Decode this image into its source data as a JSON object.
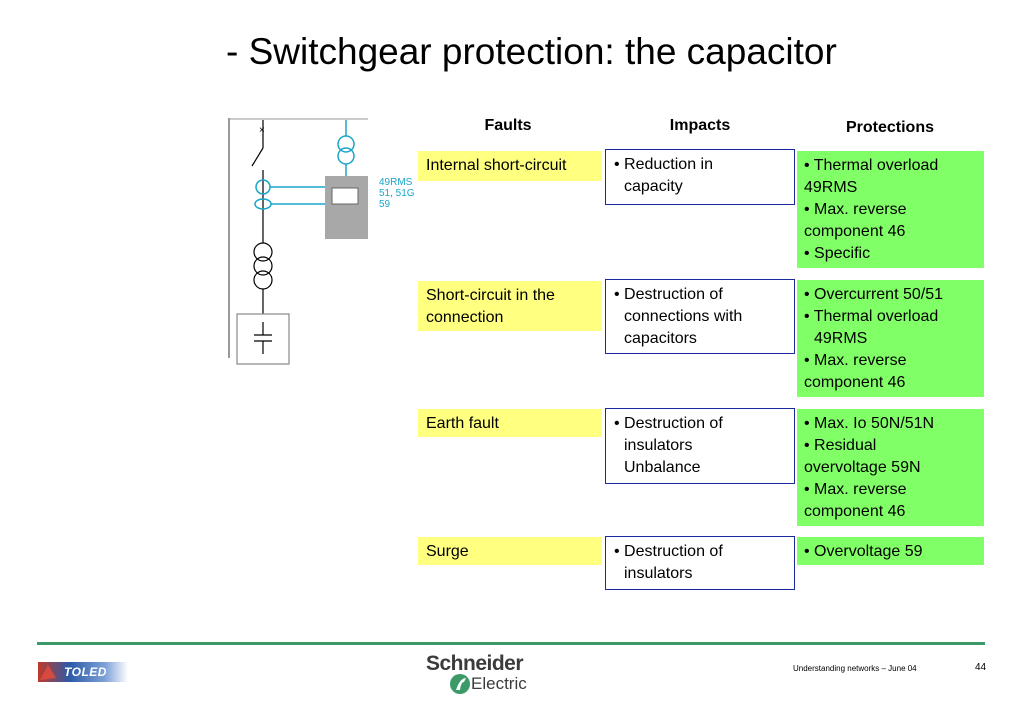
{
  "title": "- Switchgear protection: the capacitor",
  "diagram": {
    "labels": [
      "49RMS",
      "51, 51G",
      "59"
    ]
  },
  "table": {
    "headers": [
      "Faults",
      "Impacts",
      "Protections"
    ],
    "rows": [
      {
        "fault": "Internal short-circuit",
        "impact": [
          "• Reduction in",
          "capacity"
        ],
        "protections": [
          "• Thermal overload",
          "49RMS",
          "• Max. reverse",
          "component 46",
          "• Specific"
        ]
      },
      {
        "fault": "Short-circuit in the connection",
        "impact": [
          "• Destruction of",
          "connections with",
          "capacitors"
        ],
        "protections": [
          "• Overcurrent  50/51",
          "• Thermal overload",
          "49RMS",
          "• Max. reverse",
          "component 46"
        ]
      },
      {
        "fault": "Earth fault",
        "impact": [
          "• Destruction of",
          "insulators",
          "Unbalance"
        ],
        "protections": [
          "• Max. Io 50N/51N",
          "• Residual",
          "overvoltage 59N",
          "• Max. reverse",
          "component 46"
        ]
      },
      {
        "fault": "Surge",
        "impact": [
          "• Destruction of",
          "insulators"
        ],
        "protections": [
          "• Overvoltage 59"
        ]
      }
    ]
  },
  "footer": {
    "logo_left": "TOLED",
    "brand_top": "Schneider",
    "brand_bottom": "Electric",
    "note": "Understanding networks – June 04",
    "page": "44"
  },
  "colors": {
    "fault_bg": "#ffff80",
    "protection_bg": "#80ff66",
    "impact_border": "#1a2a9c",
    "footer_rule": "#3c9a68",
    "diagram_cyan": "#1aa6c8"
  }
}
